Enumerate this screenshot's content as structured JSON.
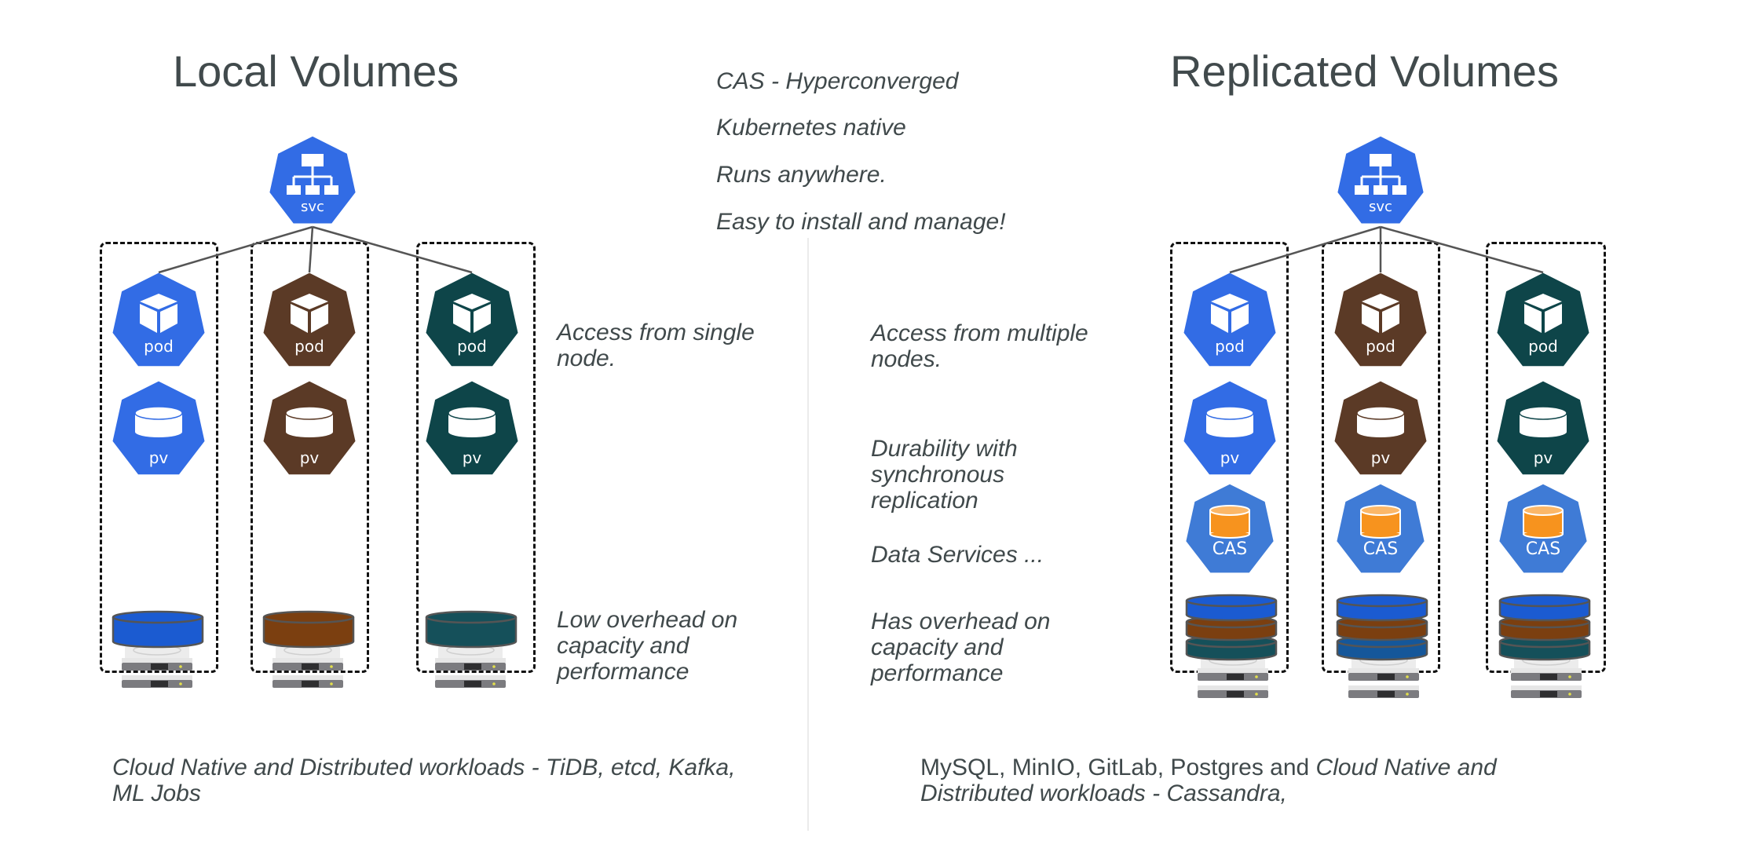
{
  "left": {
    "title": "Local Volumes",
    "service_label": "svc",
    "columns": [
      {
        "pod_label": "pod",
        "pv_label": "pv",
        "color": "#326ce5",
        "disk_color": "#1b5bd1"
      },
      {
        "pod_label": "pod",
        "pv_label": "pv",
        "color": "#5b3a26",
        "disk_color": "#7b3f10"
      },
      {
        "pod_label": "pod",
        "pv_label": "pv",
        "color": "#0e4549",
        "disk_color": "#15505a"
      }
    ],
    "notes": {
      "access": [
        "Access from single",
        "node."
      ],
      "overhead": [
        "Low overhead on",
        "capacity and",
        "performance"
      ]
    },
    "workloads": [
      "Cloud Native and Distributed workloads  - TiDB, etcd, Kafka,",
      "ML Jobs"
    ]
  },
  "center": {
    "features": [
      "CAS - Hyperconverged",
      "Kubernetes native",
      "Runs anywhere.",
      "Easy to install and manage!"
    ]
  },
  "right": {
    "title": "Replicated Volumes",
    "service_label": "svc",
    "cas_label": "CAS",
    "cas_color": "#3f7bd6",
    "cas_disk_color": "#f7931e",
    "columns": [
      {
        "pod_label": "pod",
        "pv_label": "pv",
        "cas_label": "CAS",
        "color": "#326ce5",
        "stack_colors": [
          "#1b5bd1",
          "#7b3f10",
          "#15505a"
        ]
      },
      {
        "pod_label": "pod",
        "pv_label": "pv",
        "cas_label": "CAS",
        "color": "#5b3a26",
        "stack_colors": [
          "#1b5bd1",
          "#7b3f10",
          "#15579a"
        ]
      },
      {
        "pod_label": "pod",
        "pv_label": "pv",
        "cas_label": "CAS",
        "color": "#0e4549",
        "stack_colors": [
          "#1b5bd1",
          "#7b3f10",
          "#15505a"
        ]
      }
    ],
    "notes": {
      "access": [
        "Access from multiple",
        "nodes."
      ],
      "durability": [
        "Durability with",
        "synchronous",
        "replication"
      ],
      "services": [
        "Data Services ..."
      ],
      "overhead": [
        "Has overhead on",
        "capacity and",
        "performance"
      ]
    },
    "workloads": {
      "line1_plain": "MySQL, MinIO, GitLab, Postgres and ",
      "line1_italic": "Cloud Native and",
      "line2_italic": "Distributed workloads  - Cassandra,"
    }
  },
  "colors": {
    "service": "#326ce5",
    "text": "#40494b",
    "connector": "#555555"
  }
}
